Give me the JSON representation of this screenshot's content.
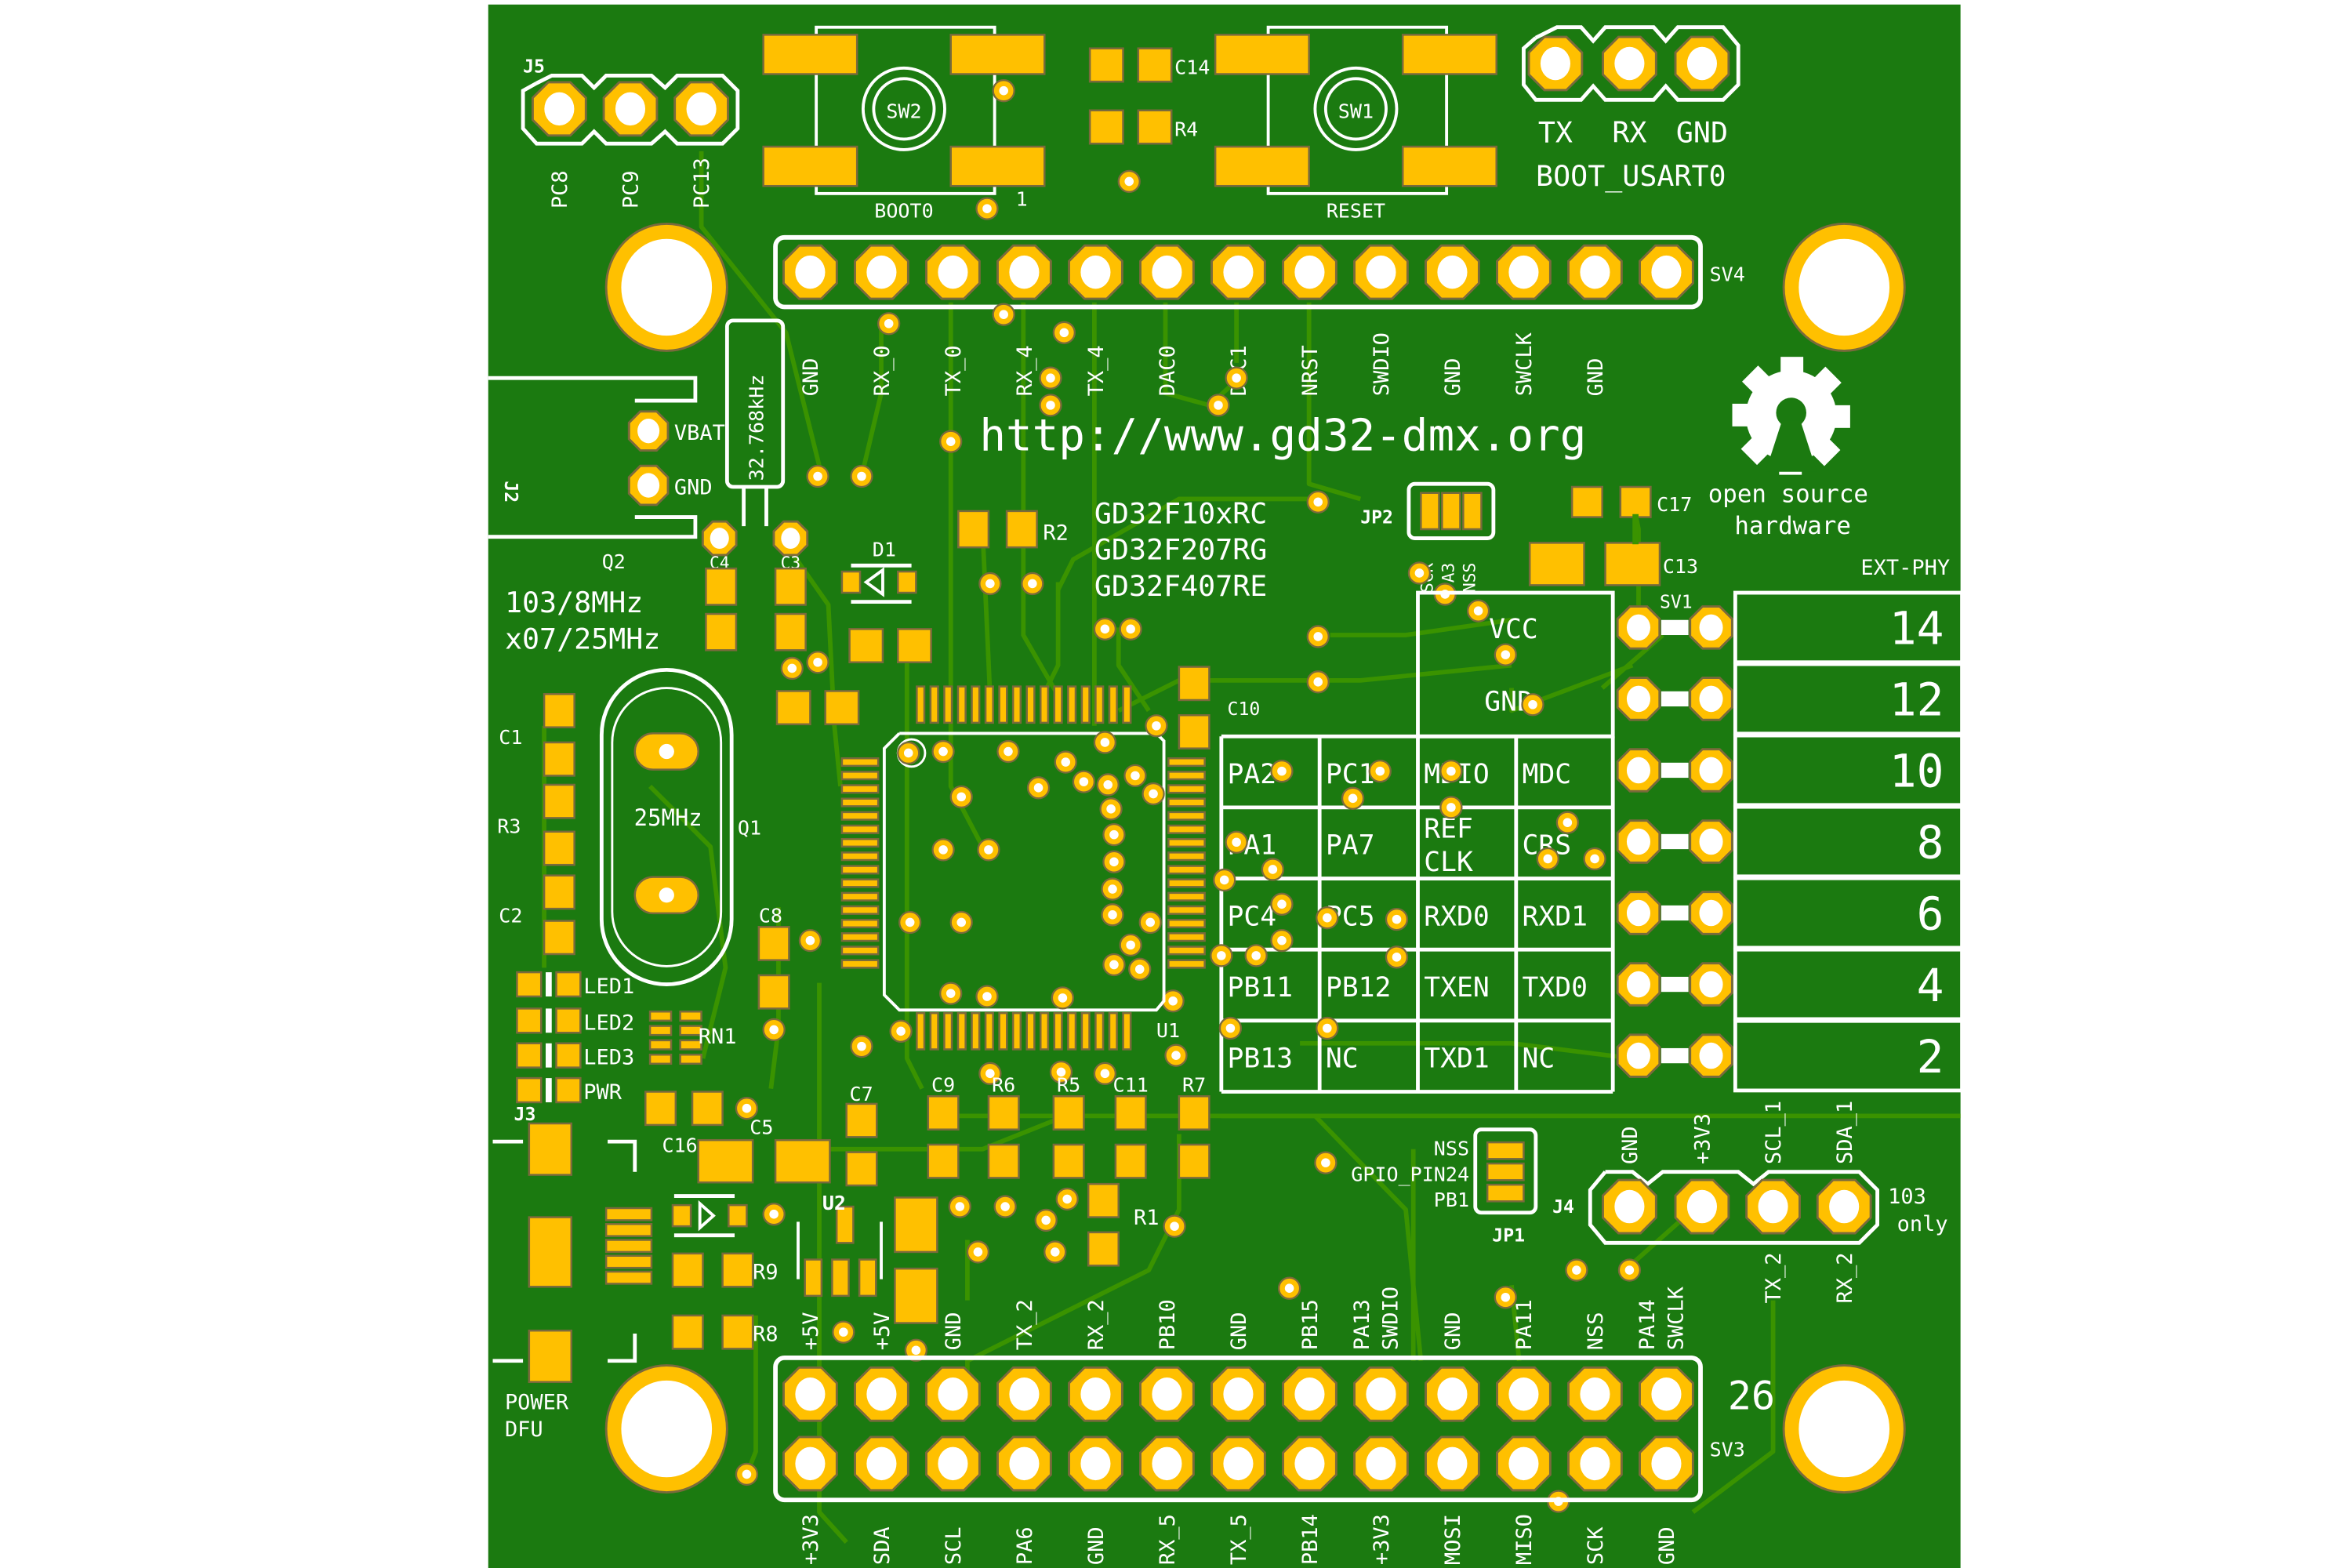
{
  "colors": {
    "board": "#1b7a10",
    "trace": "#3a9300",
    "pad": "#ffc000",
    "pad_edge": "#7a6a3c",
    "silk": "#ffffff",
    "hole": "#ffffff"
  },
  "silkscreen": {
    "url": "http://www.gd32-dmx.org",
    "mcu_variants": [
      "GD32F10xRC",
      "GD32F207RG",
      "GD32F407RE"
    ],
    "osh": [
      "open source",
      "hardware"
    ],
    "crystal_note": [
      "103/8MHz",
      "x07/25MHz"
    ],
    "crystal_freq": "25MHz",
    "rtc_crystal": "32.768kHz",
    "ext_phy": "EXT-PHY",
    "boot_usart": "BOOT_USART0",
    "only_103": [
      "103",
      "only"
    ],
    "power_dfu": [
      "POWER",
      "DFU"
    ],
    "pin26": "26",
    "pin1": "1",
    "vbat": "VBAT",
    "gnd": "GND",
    "boot0": "BOOT0",
    "reset": "RESET"
  },
  "refdes": {
    "J5": "J5",
    "SW2": "SW2",
    "SW1": "SW1",
    "C14": "C14",
    "R4": "R4",
    "SV4": "SV4",
    "J2": "J2",
    "Q2": "Q2",
    "C4": "C4",
    "C3": "C3",
    "D1": "D1",
    "R2": "R2",
    "JP2": "JP2",
    "C17": "C17",
    "C13": "C13",
    "SV1": "SV1",
    "C10": "C10",
    "C1": "C1",
    "R3": "R3",
    "C2": "C2",
    "Q1": "Q1",
    "C8": "C8",
    "LED1": "LED1",
    "LED2": "LED2",
    "LED3": "LED3",
    "PWR": "PWR",
    "RN1": "RN1",
    "U1": "U1",
    "J3": "J3",
    "C16": "C16",
    "C5": "C5",
    "C7": "C7",
    "C9": "C9",
    "R6": "R6",
    "R5": "R5",
    "C11": "C11",
    "R7": "R7",
    "U2": "U2",
    "R1": "R1",
    "R9": "R9",
    "R8": "R8",
    "JP1": "JP1",
    "J4": "J4",
    "SV3": "SV3"
  },
  "headers": {
    "j5": [
      "PC8",
      "PC9",
      "PC13"
    ],
    "boot_usart": [
      "TX",
      "RX",
      "GND"
    ],
    "sv4": [
      "GND",
      "RX_0",
      "TX_0",
      "RX_4",
      "TX_4",
      "DAC0",
      "DAC1",
      "NRST",
      "SWDIO",
      "GND",
      "SWCLK",
      "GND"
    ],
    "sv3_top": [
      [
        "+5V"
      ],
      [
        "+5V"
      ],
      [
        "GND"
      ],
      [
        "TX_2"
      ],
      [
        "RX_2"
      ],
      [
        "PB10"
      ],
      [
        "GND"
      ],
      [
        "PB15"
      ],
      [
        "PA13",
        "SWDIO"
      ],
      [
        "GND"
      ],
      [
        "PA11"
      ],
      [
        "NSS"
      ],
      [
        "PA14",
        "SWCLK"
      ]
    ],
    "sv3_bottom": [
      "+3V3",
      "SDA",
      "SCL",
      "PA6",
      "GND",
      "RX_5",
      "TX_5",
      "PB14",
      "+3V3",
      "MOSI",
      "MISO",
      "SCK",
      "GND"
    ],
    "j4_top": [
      "GND",
      "+3V3",
      "SCL_1",
      "SDA_1"
    ],
    "j4_bottom": [
      "TX_2",
      "RX_2"
    ],
    "jp2": [
      "SCK",
      "PA3",
      "NSS"
    ],
    "jp1": [
      "NSS",
      "GPIO_PIN24",
      "PB1"
    ]
  },
  "phy_table": {
    "power": [
      "VCC",
      "GND"
    ],
    "rows": [
      [
        "PA2",
        "PC1",
        "MDIO",
        "MDC"
      ],
      [
        "PA1",
        "PA7",
        "REF CLK",
        "CRS"
      ],
      [
        "PC4",
        "PC5",
        "RXD0",
        "RXD1"
      ],
      [
        "PB11",
        "PB12",
        "TXEN",
        "TXD0"
      ],
      [
        "PB13",
        "NC",
        "TXD1",
        "NC"
      ]
    ],
    "pin_numbers": [
      "14",
      "12",
      "10",
      "8",
      "6",
      "4",
      "2"
    ]
  }
}
